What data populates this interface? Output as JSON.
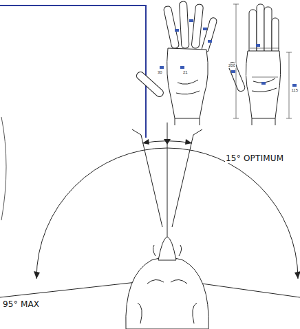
{
  "diagram": {
    "labels": [
      "15° OPTIMUM",
      "95° MAX",
      "200",
      "115",
      "21",
      "30"
    ]
  }
}
